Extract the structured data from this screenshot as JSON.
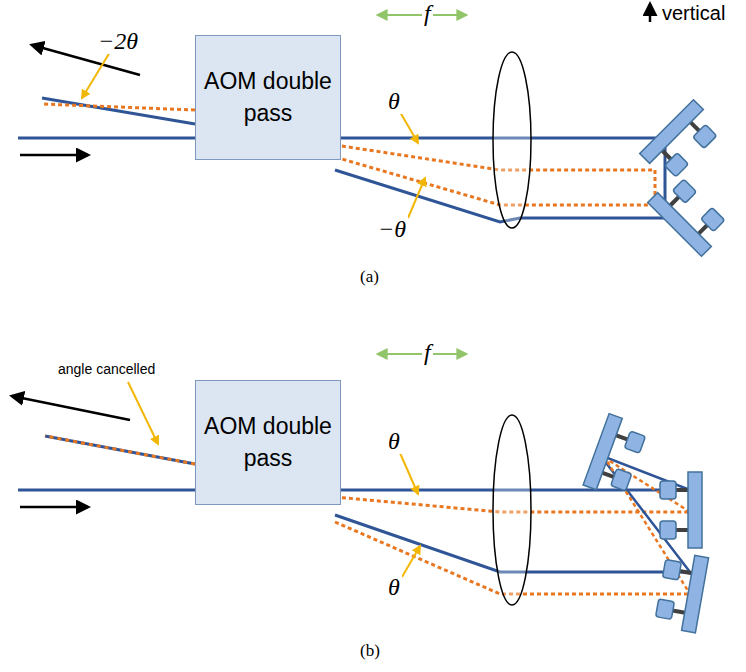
{
  "diagram": {
    "nodes": [
      {
        "text": [
          "AOM double pass"
        ]
      },
      {
        "text": [
          "AOM double pass"
        ]
      }
    ],
    "labels": [
      "f",
      "vertical",
      "−2θ",
      "θ",
      "−θ",
      "(a)",
      "f",
      "angle cancelled",
      "θ",
      "θ",
      "(b)"
    ]
  }
}
